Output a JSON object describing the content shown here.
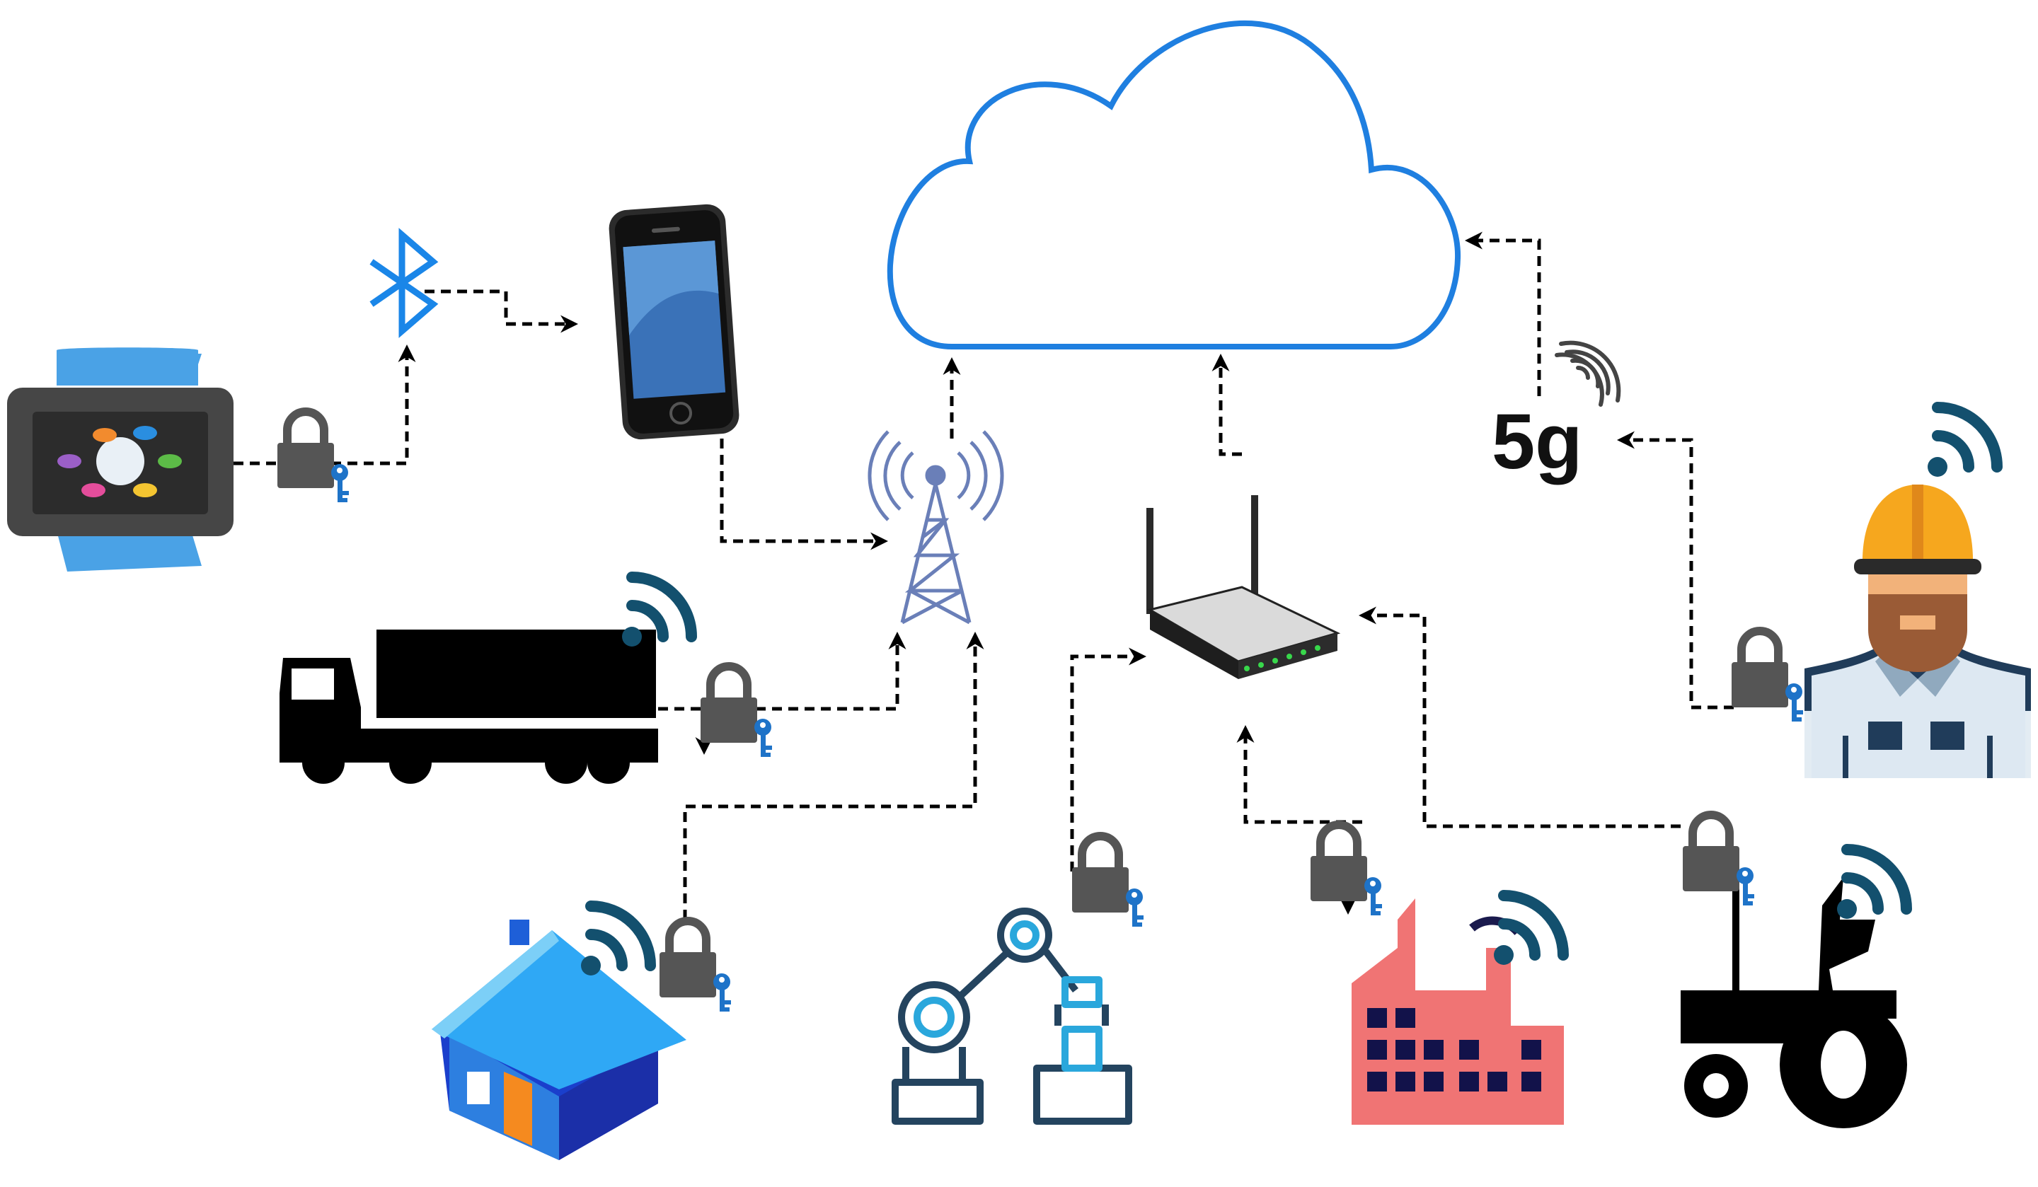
{
  "labels": {
    "network_5g": "5g"
  },
  "nodes": [
    {
      "id": "cloud",
      "icon": "cloud-icon"
    },
    {
      "id": "smartwatch",
      "icon": "smartwatch-icon"
    },
    {
      "id": "bluetooth",
      "icon": "bluetooth-icon"
    },
    {
      "id": "smartphone",
      "icon": "smartphone-icon"
    },
    {
      "id": "cell-tower",
      "icon": "cell-tower-icon"
    },
    {
      "id": "router",
      "icon": "wifi-router-icon"
    },
    {
      "id": "5g",
      "icon": "5g-signal-icon"
    },
    {
      "id": "truck",
      "icon": "truck-icon"
    },
    {
      "id": "smart-home",
      "icon": "house-icon"
    },
    {
      "id": "robot-arm",
      "icon": "robot-arm-icon"
    },
    {
      "id": "factory",
      "icon": "factory-icon"
    },
    {
      "id": "tractor",
      "icon": "tractor-icon"
    },
    {
      "id": "worker",
      "icon": "worker-icon"
    }
  ],
  "colors": {
    "cloud_stroke": "#1f7fe0",
    "bluetooth": "#1a86e8",
    "tower": "#6a7fb8",
    "lock": "#555555",
    "key": "#1e73c8",
    "signal": "#13506e",
    "watch_band": "#4aa2e6",
    "factory": "#f07474",
    "house_top": "#2fa8f5"
  }
}
